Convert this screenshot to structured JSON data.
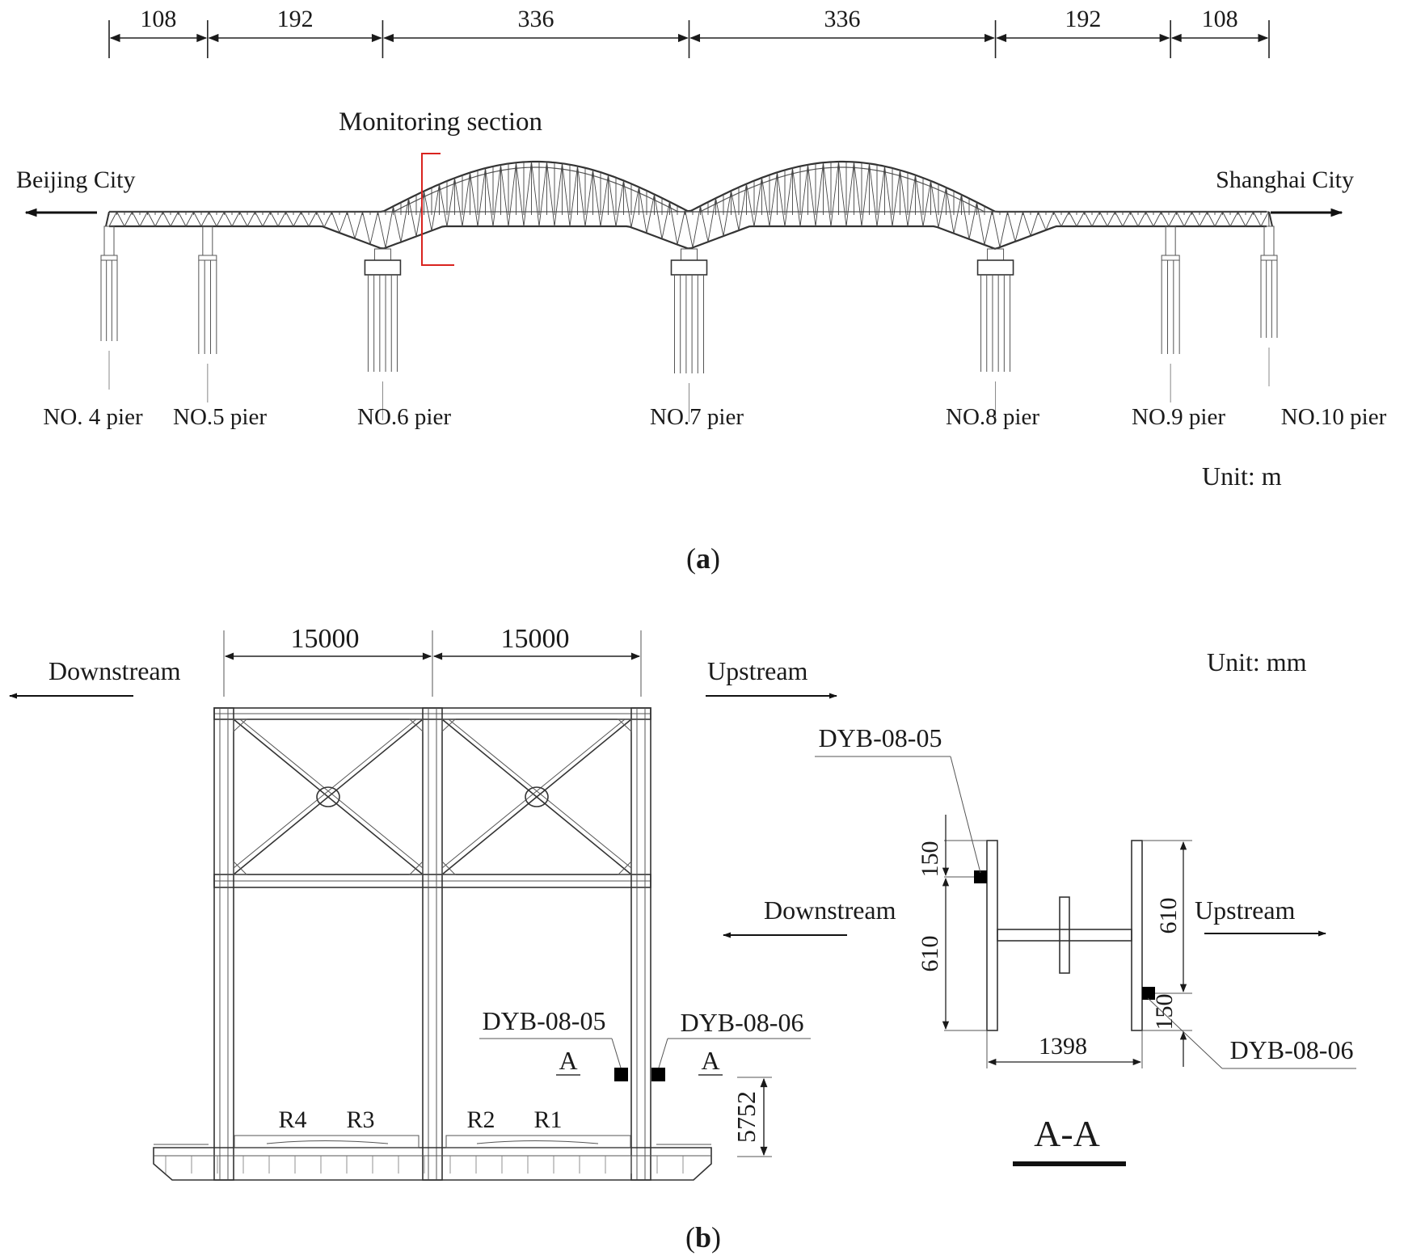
{
  "panel_a": {
    "spans": [
      "108",
      "192",
      "336",
      "336",
      "192",
      "108"
    ],
    "monitoring_label": "Monitoring section",
    "left_city": "Beijing City",
    "right_city": "Shanghai City",
    "piers": [
      "NO. 4 pier",
      "NO.5 pier",
      "NO.6 pier",
      "NO.7 pier",
      "NO.8 pier",
      "NO.9 pier",
      "NO.10 pier"
    ],
    "unit": "Unit: m",
    "caption_letter": "a"
  },
  "panel_b": {
    "bay_widths": [
      "15000",
      "15000"
    ],
    "downstream": "Downstream",
    "upstream": "Upstream",
    "unit": "Unit: mm",
    "sensor_a": "DYB-08-05",
    "sensor_b": "DYB-08-06",
    "section_mark": "A",
    "rails": [
      "R4",
      "R3",
      "R2",
      "R1"
    ],
    "height_dim": "5752",
    "caption_letter": "b"
  },
  "section_aa": {
    "sensor_top": "DYB-08-05",
    "sensor_bottom": "DYB-08-06",
    "dim_150_left": "150",
    "dim_610_left": "610",
    "dim_610_right": "610",
    "dim_150_right": "150",
    "width_dim": "1398",
    "downstream": "Downstream",
    "upstream": "Upstream",
    "title": "A-A"
  },
  "colors": {
    "line": "#2a2a2a",
    "marker": "#d9231f",
    "sensor": "#000000"
  }
}
